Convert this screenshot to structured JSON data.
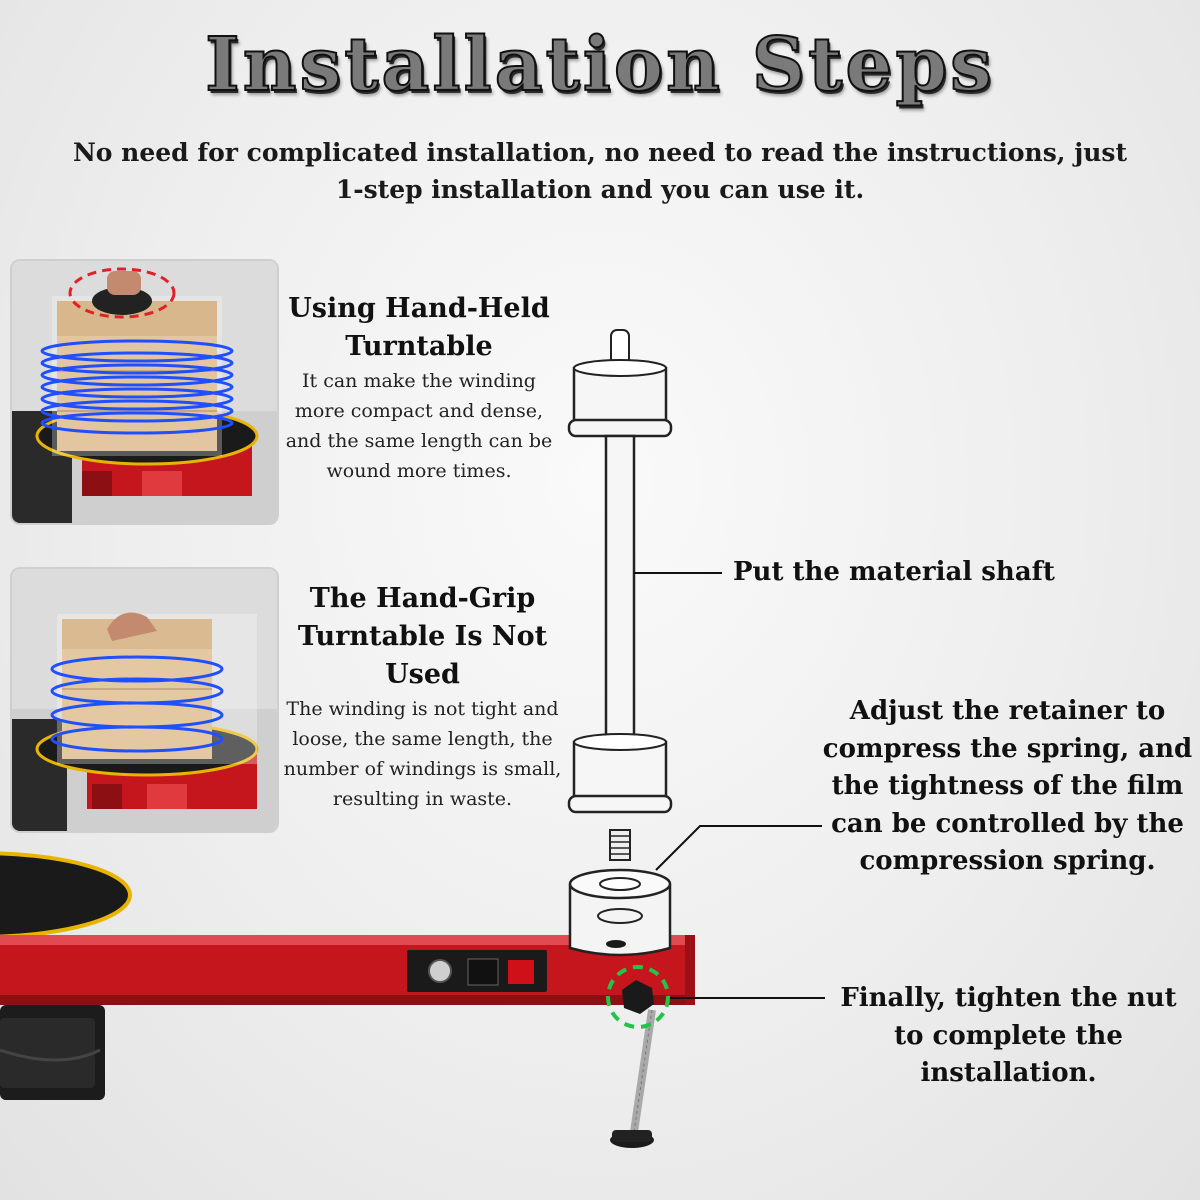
{
  "title": "Installation Steps",
  "subtitle": "No need for complicated installation, no need to read the instructions, just 1-step installation and you can use it.",
  "block1": {
    "title": "Using Hand-Held Turntable",
    "body": "It can make the winding more compact and dense, and the same length can be wound more times."
  },
  "block2": {
    "title": "The Hand-Grip Turntable Is Not Used",
    "body": "The winding is not tight and loose, the same length, the number of windings is small, resulting in waste."
  },
  "callouts": {
    "shaft": "Put the material shaft",
    "retainer": "Adjust the retainer to compress the spring, and the tightness of the film can be controlled by the compression spring.",
    "nut": "Finally, tighten the nut to complete the installation."
  },
  "colors": {
    "frame_red": "#c4161c",
    "turntable_black": "#1a1a1a",
    "turntable_rim": "#e8b400",
    "highlight_red": "#e0202a",
    "highlight_green": "#22c54a",
    "wrap_blue": "#1f4fff"
  }
}
